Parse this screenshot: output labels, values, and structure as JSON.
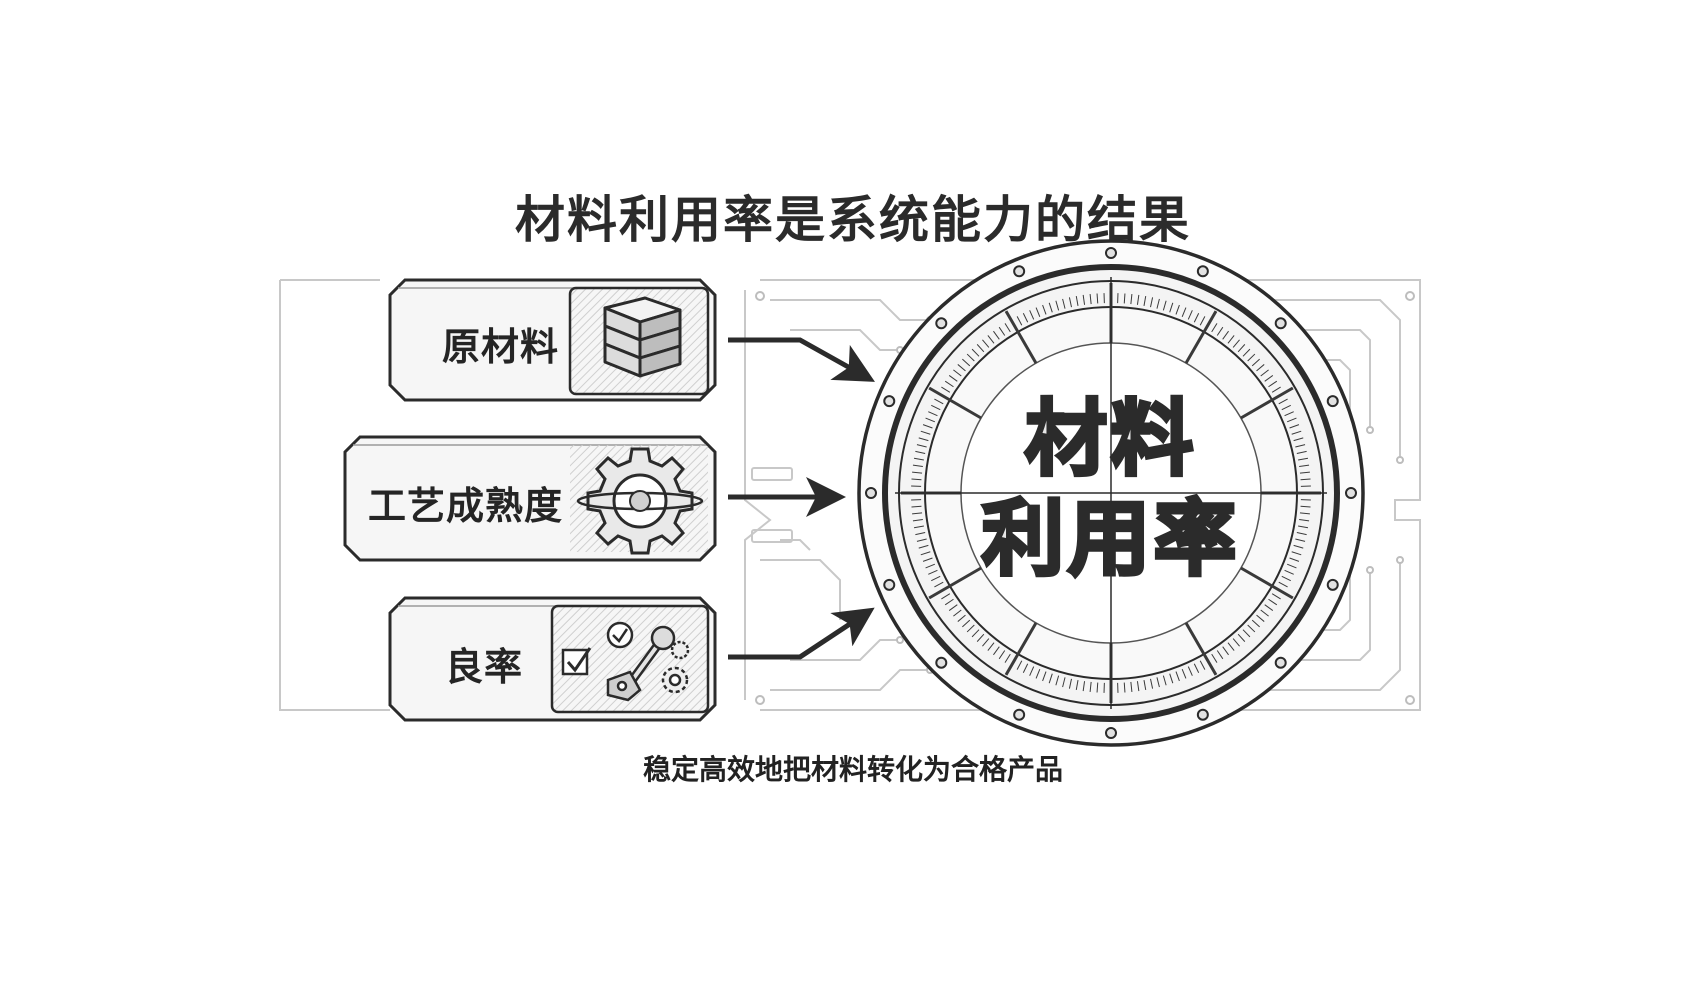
{
  "title": "材料利用率是系统能力的结果",
  "caption": "稳定高效地把材料转化为合格产品",
  "inputs": [
    {
      "label": "原材料",
      "icon": "stacked-layers-icon"
    },
    {
      "label": "工艺成熟度",
      "icon": "gear-icon"
    },
    {
      "label": "良率",
      "icon": "checkbox-wrench-gears-icon"
    }
  ],
  "hub": {
    "line1": "材料",
    "line2": "利用率"
  },
  "colors": {
    "ink": "#2b2b2b",
    "panel": "#f2f2f2",
    "circuit": "#c8c8c8"
  }
}
